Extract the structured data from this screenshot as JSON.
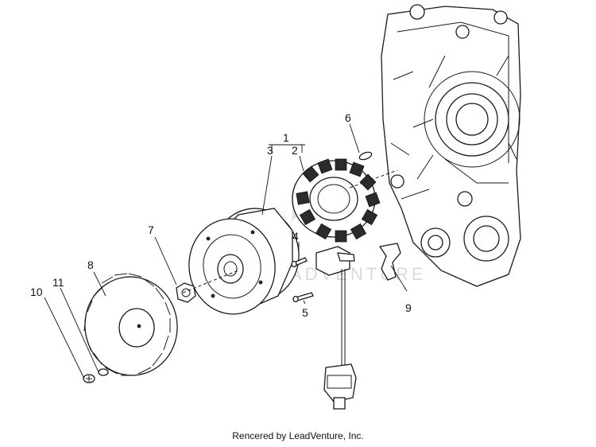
{
  "diagram": {
    "callouts": [
      "1",
      "2",
      "3",
      "4",
      "5",
      "6",
      "7",
      "8",
      "9",
      "10",
      "11"
    ],
    "watermark_text": "LEADVENTURE"
  },
  "footer": {
    "credit": "Rencered by LeadVenture, Inc."
  }
}
